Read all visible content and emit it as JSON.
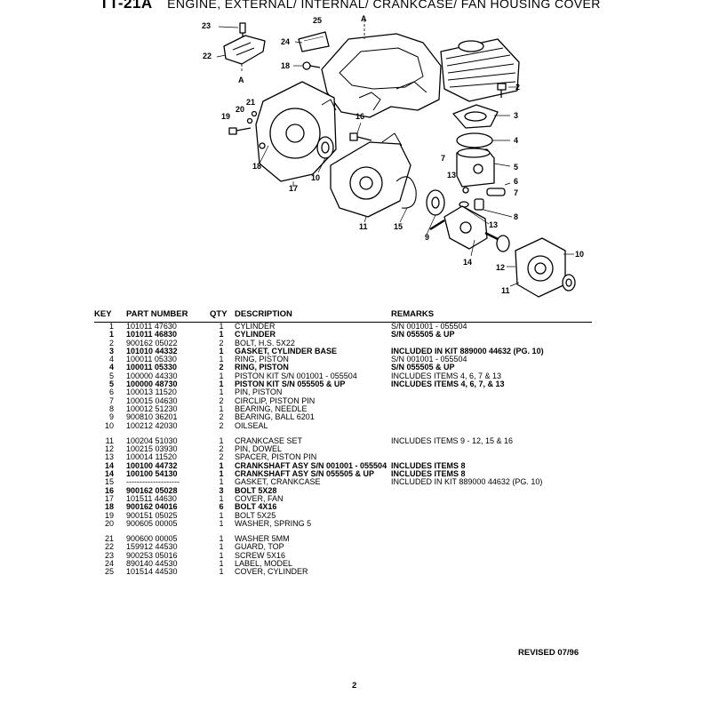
{
  "header": {
    "model": "TT-21A",
    "title": "ENGINE, EXTERNAL/ INTERNAL/ CRANKCASE/ FAN HOUSING COVER"
  },
  "diagram": {
    "section_marker": "A",
    "callouts": [
      "23",
      "25",
      "A",
      "24",
      "22",
      "18",
      "2",
      "A",
      "21",
      "20",
      "19",
      "3",
      "16",
      "4",
      "18",
      "17",
      "10",
      "7",
      "13",
      "5",
      "6",
      "7",
      "8",
      "11",
      "15",
      "9",
      "13",
      "14",
      "10",
      "12",
      "11"
    ]
  },
  "table": {
    "headers": {
      "key": "KEY",
      "part": "PART NUMBER",
      "qty": "QTY",
      "desc": "DESCRIPTION",
      "remarks": "REMARKS"
    },
    "rows": [
      {
        "key": "1",
        "part": "101011 47630",
        "qty": "1",
        "desc": "CYLINDER",
        "remarks": "S/N 001001 - 055504",
        "bold": false
      },
      {
        "key": "1",
        "part": "101011 46830",
        "qty": "1",
        "desc": "CYLINDER",
        "remarks": "S/N 055505 & UP",
        "bold": true
      },
      {
        "key": "2",
        "part": "900162 05022",
        "qty": "2",
        "desc": "BOLT, H.S.  5X22",
        "remarks": "",
        "bold": false
      },
      {
        "key": "3",
        "part": "101010 44332",
        "qty": "1",
        "desc": "GASKET,  CYLINDER BASE",
        "remarks": "INCLUDED IN KIT 889000 44632 (PG. 10)",
        "bold": true
      },
      {
        "key": "4",
        "part": "100011 05330",
        "qty": "1",
        "desc": "RING, PISTON",
        "remarks": "S/N 001001 - 055504",
        "bold": false
      },
      {
        "key": "4",
        "part": "100011 05330",
        "qty": "2",
        "desc": "RING, PISTON",
        "remarks": "S/N 055505 & UP",
        "bold": true
      },
      {
        "key": "5",
        "part": "100000 44330",
        "qty": "1",
        "desc": "PISTON KIT S/N 001001 - 055504",
        "remarks": "INCLUDES ITEMS 4, 6, 7 & 13",
        "bold": false
      },
      {
        "key": "5",
        "part": "100000 48730",
        "qty": "1",
        "desc": "PISTON KIT S/N 055505 & UP",
        "remarks": "INCLUDES ITEMS 4, 6, 7, & 13",
        "bold": true
      },
      {
        "key": "6",
        "part": "100013 11520",
        "qty": "1",
        "desc": "PIN, PISTON",
        "remarks": "",
        "bold": false
      },
      {
        "key": "7",
        "part": "100015 04630",
        "qty": "2",
        "desc": "CIRCLIP, PISTON PIN",
        "remarks": "",
        "bold": false
      },
      {
        "key": "8",
        "part": "100012 51230",
        "qty": "1",
        "desc": "BEARING, NEEDLE",
        "remarks": "",
        "bold": false
      },
      {
        "key": "9",
        "part": "900810 36201",
        "qty": "2",
        "desc": "BEARING, BALL 6201",
        "remarks": "",
        "bold": false
      },
      {
        "key": "10",
        "part": "100212 42030",
        "qty": "2",
        "desc": "OILSEAL",
        "remarks": "",
        "bold": false
      },
      {
        "key": "11",
        "part": "100204 51030",
        "qty": "1",
        "desc": "CRANKCASE SET",
        "remarks": "INCLUDES ITEMS 9 - 12, 15 & 16",
        "bold": false,
        "gap": true
      },
      {
        "key": "12",
        "part": "100215 03930",
        "qty": "2",
        "desc": "PIN, DOWEL",
        "remarks": "",
        "bold": false
      },
      {
        "key": "13",
        "part": "100014 11520",
        "qty": "2",
        "desc": "SPACER, PISTON PIN",
        "remarks": "",
        "bold": false
      },
      {
        "key": "14",
        "part": "100100 44732",
        "qty": "1",
        "desc": "CRANKSHAFT ASY S/N 001001 - 055504",
        "remarks": "INCLUDES ITEMS 8",
        "bold": true
      },
      {
        "key": "14",
        "part": "100100 54130",
        "qty": "1",
        "desc": "CRANKSHAFT ASY S/N 055505 & UP",
        "remarks": "INCLUDES ITEMS 8",
        "bold": true
      },
      {
        "key": "15",
        "part": "--------------------",
        "qty": "1",
        "desc": "GASKET, CRANKCASE",
        "remarks": "INCLUDED IN KIT 889000 44632 (PG. 10)",
        "bold": false
      },
      {
        "key": "16",
        "part": "900162 05028",
        "qty": "3",
        "desc": "BOLT  5X28",
        "remarks": "",
        "bold": true
      },
      {
        "key": "17",
        "part": "101511 44630",
        "qty": "1",
        "desc": "COVER, FAN",
        "remarks": "",
        "bold": false
      },
      {
        "key": "18",
        "part": "900162 04016",
        "qty": "6",
        "desc": "BOLT  4X16",
        "remarks": "",
        "bold": true
      },
      {
        "key": "19",
        "part": "900151 05025",
        "qty": "1",
        "desc": "BOLT  5X25",
        "remarks": "",
        "bold": false
      },
      {
        "key": "20",
        "part": "900605 00005",
        "qty": "1",
        "desc": "WASHER,  SPRING 5",
        "remarks": "",
        "bold": false
      },
      {
        "key": "21",
        "part": "900600 00005",
        "qty": "1",
        "desc": "WASHER  5MM",
        "remarks": "",
        "bold": false,
        "gap": true
      },
      {
        "key": "22",
        "part": "159912 44530",
        "qty": "1",
        "desc": "GUARD, TOP",
        "remarks": "",
        "bold": false
      },
      {
        "key": "23",
        "part": "900253 05016",
        "qty": "1",
        "desc": "SCREW  5X16",
        "remarks": "",
        "bold": false
      },
      {
        "key": "24",
        "part": "890140 44530",
        "qty": "1",
        "desc": "LABEL, MODEL",
        "remarks": "",
        "bold": false
      },
      {
        "key": "25",
        "part": "101514 44530",
        "qty": "1",
        "desc": "COVER, CYLINDER",
        "remarks": "",
        "bold": false
      }
    ]
  },
  "footer": {
    "revised": "REVISED 07/96",
    "page": "2"
  }
}
